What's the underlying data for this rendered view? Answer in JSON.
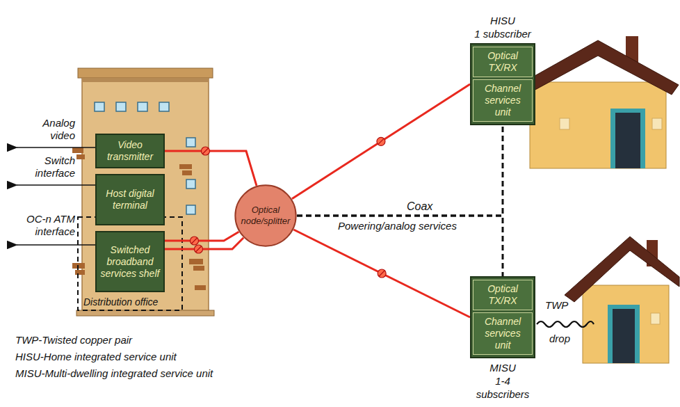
{
  "diagram": {
    "nodes": [
      {
        "text": [
          "Video transmitter"
        ]
      },
      {
        "text": [
          "Host digital terminal"
        ]
      },
      {
        "text": [
          "Switched broadband services shelf"
        ]
      },
      {
        "text": [
          "Optical node/splitter"
        ]
      },
      {
        "text": [
          "HISU",
          "1 subscriber"
        ]
      },
      {
        "text": [
          "Optical TX/RX"
        ],
        "in": 4
      },
      {
        "text": [
          "Channel services unit"
        ],
        "in": 4
      },
      {
        "text": [
          "MISU",
          "1-4 subscribers"
        ]
      },
      {
        "text": [
          "Optical TX/RX"
        ],
        "in": 7
      },
      {
        "text": [
          "Channel services unit"
        ],
        "in": 7
      }
    ],
    "edges": [
      {
        "from": 0,
        "to": 3,
        "arrow": "none"
      },
      {
        "from": 2,
        "to": 3,
        "arrow": "none"
      },
      {
        "from": 2,
        "to": 3,
        "arrow": "none"
      },
      {
        "from": 3,
        "to": 4,
        "arrow": "none"
      },
      {
        "from": 3,
        "to": 7,
        "arrow": "none"
      },
      {
        "from": 3,
        "to": 4,
        "arrow": "none"
      },
      {
        "from": 3,
        "to": 7,
        "arrow": "none"
      }
    ],
    "labels": [
      "Analog video",
      "Switch interface",
      "OC-n ATM interface",
      "Distribution office",
      "Coax",
      "Powering/analog services",
      "TWP",
      "drop",
      "TWP-Twisted copper pair",
      "HISU-Home integrated service unit",
      "MISU-Multi-dwelling integrated service unit"
    ]
  }
}
